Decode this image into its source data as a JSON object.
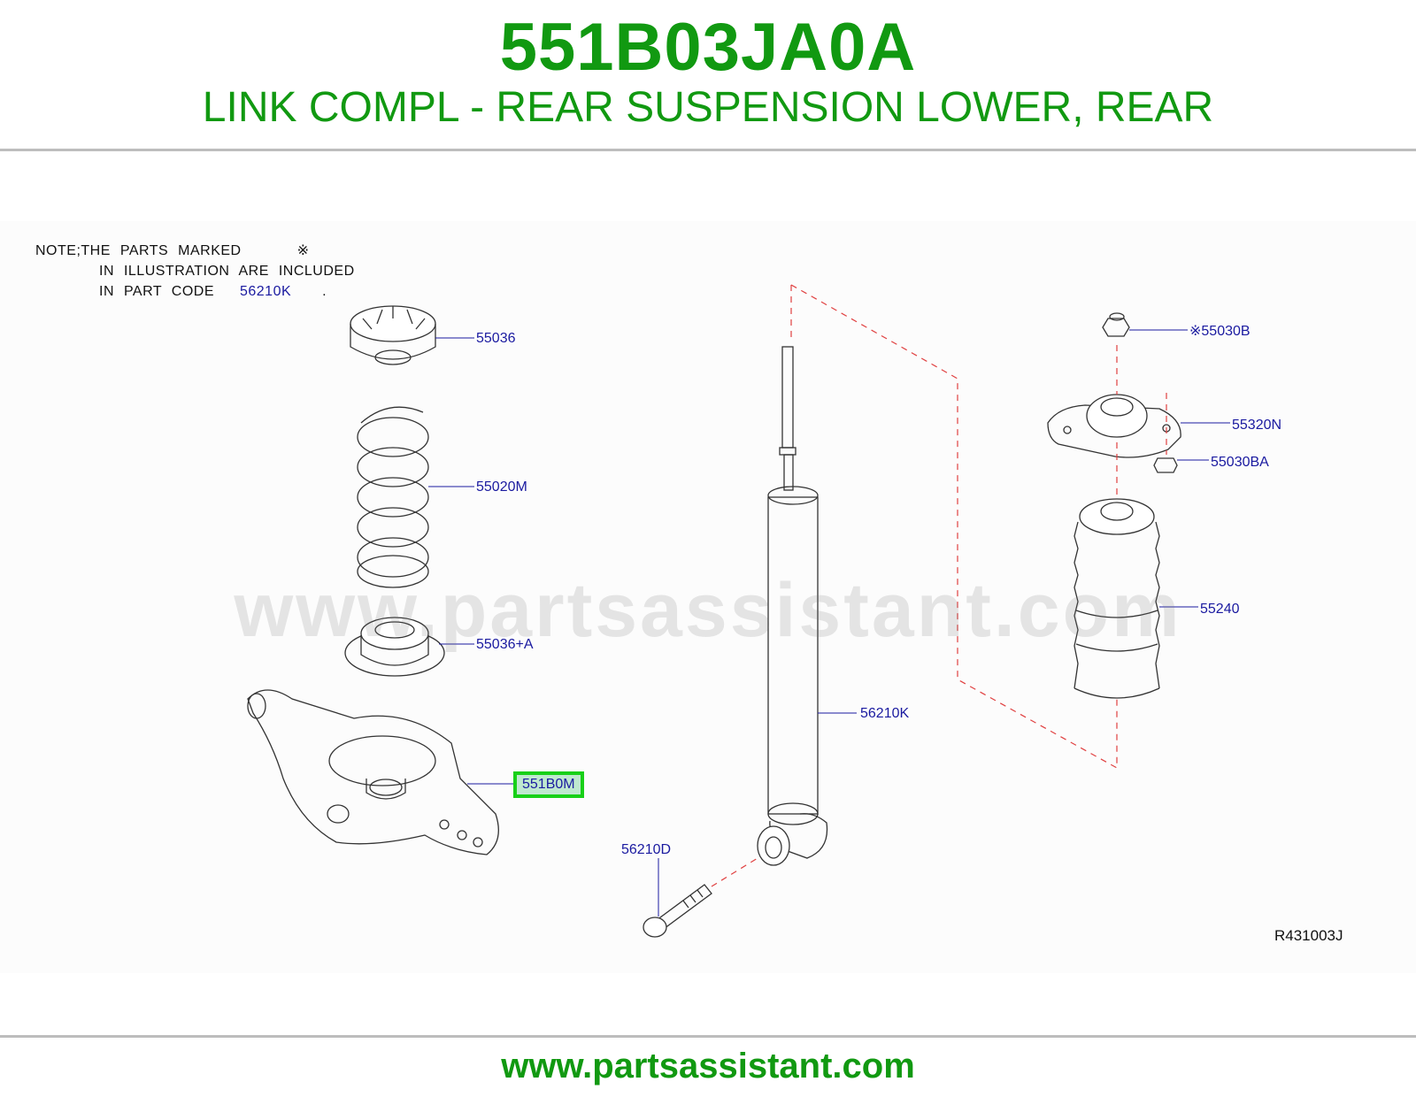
{
  "header": {
    "part_number": "551B03JA0A",
    "title": "LINK COMPL - REAR SUSPENSION LOWER, REAR"
  },
  "note": {
    "line1": "NOTE;THE PARTS MARKED",
    "symbol": "※",
    "line2": "IN ILLUSTRATION ARE INCLUDED",
    "line3_prefix": "IN PART CODE",
    "code": "56210K",
    "line3_suffix": "."
  },
  "callouts": {
    "c55036": "55036",
    "c55020M": "55020M",
    "c55036A": "55036+A",
    "c551B0M": "551B0M",
    "c56210D": "56210D",
    "c56210K": "56210K",
    "c55030B": "※55030B",
    "c55320N": "55320N",
    "c55030BA": "55030BA",
    "c55240": "55240"
  },
  "reference_code": "R431003J",
  "watermark": "www.partsassistant.com",
  "footer": {
    "url": "www.partsassistant.com"
  },
  "colors": {
    "brand_green": "#119911",
    "callout_blue": "#1a1aa0",
    "highlight_border": "#18d018",
    "dashed_red": "#e04040"
  }
}
